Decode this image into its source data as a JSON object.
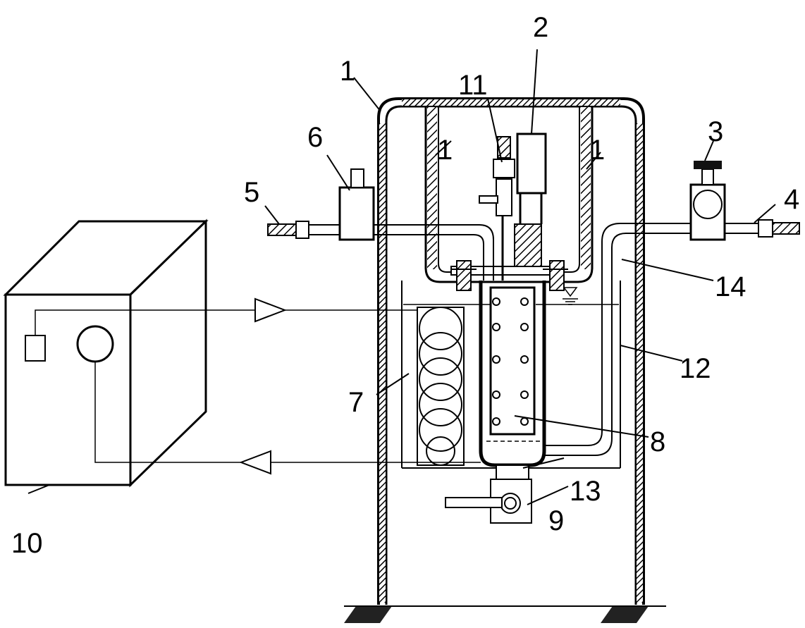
{
  "labels": {
    "l1a": "1",
    "l1b": "1",
    "l1c": "1",
    "l2": "2",
    "l3": "3",
    "l4": "4",
    "l5": "5",
    "l6": "6",
    "l7": "7",
    "l8": "8",
    "l9": "9",
    "l10": "10",
    "l11": "11",
    "l12": "12",
    "l13": "13",
    "l14": "14"
  },
  "colors": {
    "line": "#000000",
    "background": "#ffffff"
  }
}
